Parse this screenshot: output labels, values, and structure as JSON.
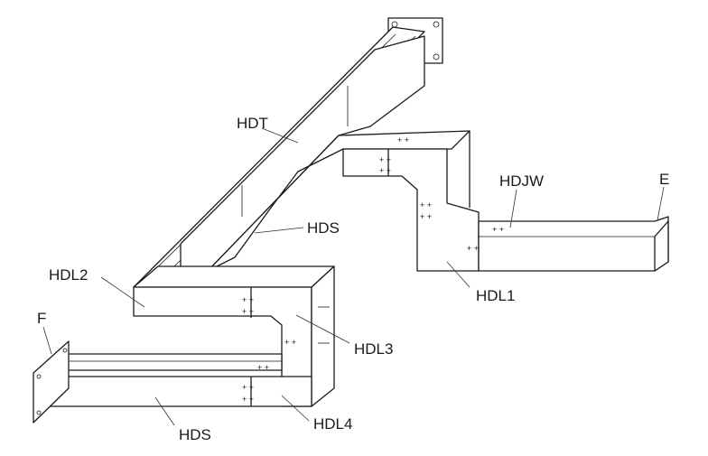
{
  "diagram": {
    "labels": {
      "hdt": "HDT",
      "hds_upper": "HDS",
      "hdjw": "HDJW",
      "e": "E",
      "hdl2": "HDL2",
      "hdl1": "HDL1",
      "f": "F",
      "hdl3": "HDL3",
      "hds_lower": "HDS",
      "hdl4": "HDL4"
    },
    "bolt_mark": "+ +"
  }
}
